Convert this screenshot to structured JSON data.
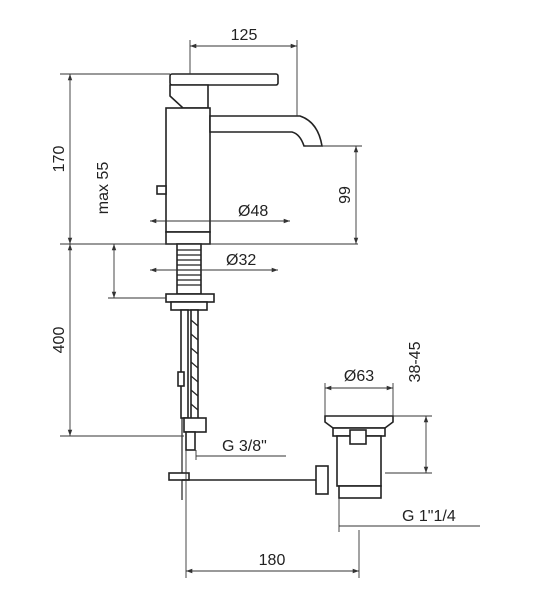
{
  "dimensions": {
    "spout_reach": "125",
    "total_height": "170",
    "spout_height": "99",
    "max_deck": "max 55",
    "body_diameter": "Ø48",
    "shank_diameter": "Ø32",
    "hose_length": "400",
    "connection": "G 3/8\"",
    "waste_diameter": "Ø63",
    "waste_height": "38-45",
    "waste_thread": "G 1\"1/4",
    "rod_length": "180"
  }
}
